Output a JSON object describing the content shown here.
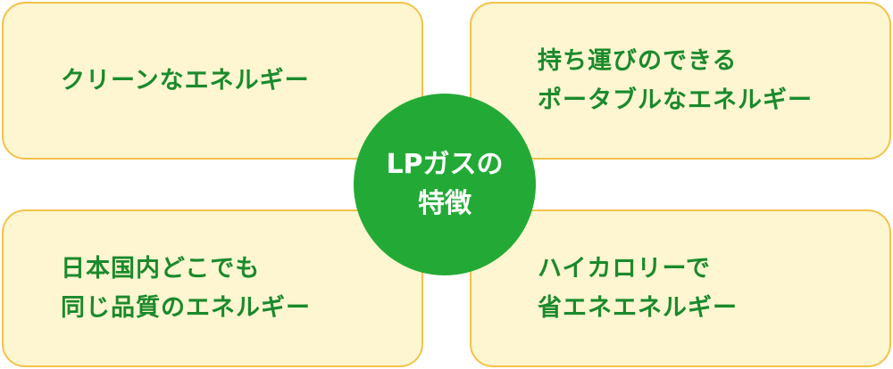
{
  "center": {
    "line1": "LPガスの",
    "line2": "特徴"
  },
  "cards": {
    "top_left": {
      "line1": "クリーンなエネルギー"
    },
    "top_right": {
      "line1": "持ち運びのできる",
      "line2": "ポータブルなエネルギー"
    },
    "bottom_left": {
      "line1": "日本国内どこでも",
      "line2": "同じ品質のエネルギー"
    },
    "bottom_right": {
      "line1": "ハイカロリーで",
      "line2": "省エネエネルギー"
    }
  },
  "colors": {
    "card_background": "#fef6d0",
    "card_border": "#f4c24a",
    "text_green": "#1a8a2c",
    "circle_green": "#23aa36"
  }
}
